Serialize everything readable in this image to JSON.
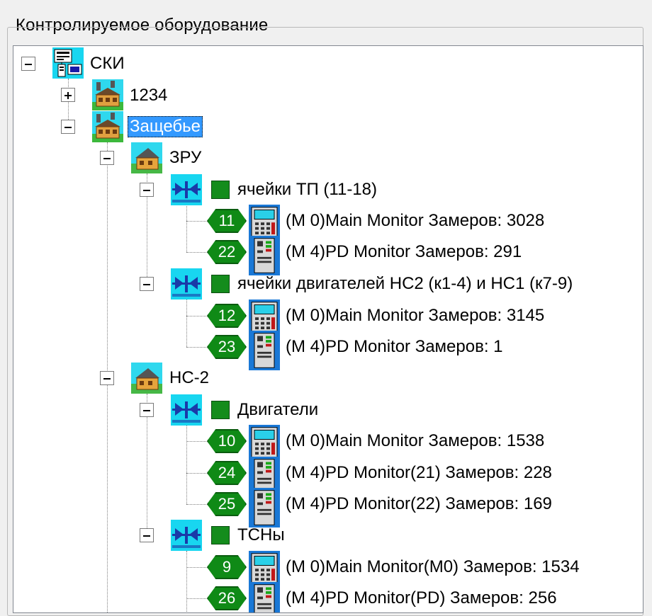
{
  "panel": {
    "title": "Контролируемое оборудование"
  },
  "tree": {
    "root": {
      "label": "СКИ",
      "expander": "minus"
    },
    "sites": [
      {
        "label": "1234",
        "expander": "plus"
      },
      {
        "label": "Защебье",
        "expander": "minus",
        "selected": true
      }
    ],
    "substations": [
      {
        "label": "ЗРУ"
      },
      {
        "label": "НС-2"
      }
    ],
    "cell_groups": [
      {
        "label": "ячейки ТП (11-18)",
        "status_color": "#148c1c"
      },
      {
        "label": "ячейки двигателей НС2 (к1-4) и НС1 (к7-9)",
        "status_color": "#148c1c"
      },
      {
        "label": "Двигатели",
        "status_color": "#148c1c"
      },
      {
        "label": "ТСНы",
        "status_color": "#148c1c"
      }
    ],
    "monitors": [
      {
        "badge": "11",
        "type": "main-monitor",
        "label": "(М 0)Main Monitor Замеров: 3028"
      },
      {
        "badge": "22",
        "type": "pd-monitor",
        "label": "(М 4)PD Monitor Замеров: 291"
      },
      {
        "badge": "12",
        "type": "main-monitor",
        "label": "(М 0)Main Monitor Замеров: 3145"
      },
      {
        "badge": "23",
        "type": "pd-monitor",
        "label": "(М 4)PD Monitor Замеров: 1"
      },
      {
        "badge": "10",
        "type": "main-monitor",
        "label": "(М 0)Main Monitor Замеров: 1538"
      },
      {
        "badge": "24",
        "type": "pd-monitor",
        "label": "(М 4)PD Monitor(21) Замеров: 228"
      },
      {
        "badge": "25",
        "type": "pd-monitor",
        "label": "(М 4)PD Monitor(22) Замеров: 169"
      },
      {
        "badge": "9",
        "type": "main-monitor",
        "label": "(М 0)Main Monitor(M0) Замеров: 1534"
      },
      {
        "badge": "26",
        "type": "pd-monitor",
        "label": "(М 4)PD Monitor(PD) Замеров: 256"
      }
    ]
  },
  "colors": {
    "badge_green": "#0f8a16",
    "status_green": "#148c1c",
    "selection_blue": "#3399ff",
    "icon_cyan": "#18d6f0"
  }
}
